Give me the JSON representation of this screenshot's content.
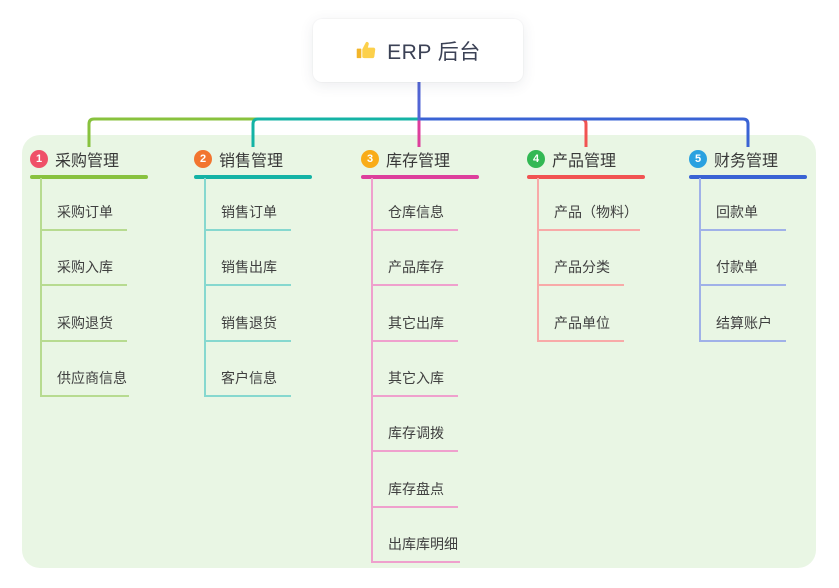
{
  "root": {
    "label": "ERP 后台",
    "icon": "thumbs-up-icon"
  },
  "colors": {
    "page_bg": "#ffffff",
    "panel_bg": "#e9f6e4",
    "root_line": "#5265d5",
    "root_text": "#3b4155",
    "child_text": "#3f3f3f",
    "label_text": "#383838"
  },
  "branches": [
    {
      "index": "1",
      "label": "采购管理",
      "badge_color": "#ef5068",
      "line_color": "#88c23e",
      "light_color": "#b7db90",
      "children": [
        "采购订单",
        "采购入库",
        "采购退货",
        "供应商信息"
      ]
    },
    {
      "index": "2",
      "label": "销售管理",
      "badge_color": "#f2752f",
      "line_color": "#14b3a5",
      "light_color": "#86d8cf",
      "children": [
        "销售订单",
        "销售出库",
        "销售退货",
        "客户信息"
      ]
    },
    {
      "index": "3",
      "label": "库存管理",
      "badge_color": "#f9ac18",
      "line_color": "#dd3f9c",
      "light_color": "#efa0cd",
      "children": [
        "仓库信息",
        "产品库存",
        "其它出库",
        "其它入库",
        "库存调拨",
        "库存盘点",
        "出库库明细"
      ]
    },
    {
      "index": "4",
      "label": "产品管理",
      "badge_color": "#33b854",
      "line_color": "#f15352",
      "light_color": "#f8aaa8",
      "children": [
        "产品（物料）",
        "产品分类",
        "产品单位"
      ]
    },
    {
      "index": "5",
      "label": "财务管理",
      "badge_color": "#2aa1e0",
      "line_color": "#3a63d4",
      "light_color": "#a0b1e8",
      "children": [
        "回款单",
        "付款单",
        "结算账户"
      ]
    }
  ]
}
